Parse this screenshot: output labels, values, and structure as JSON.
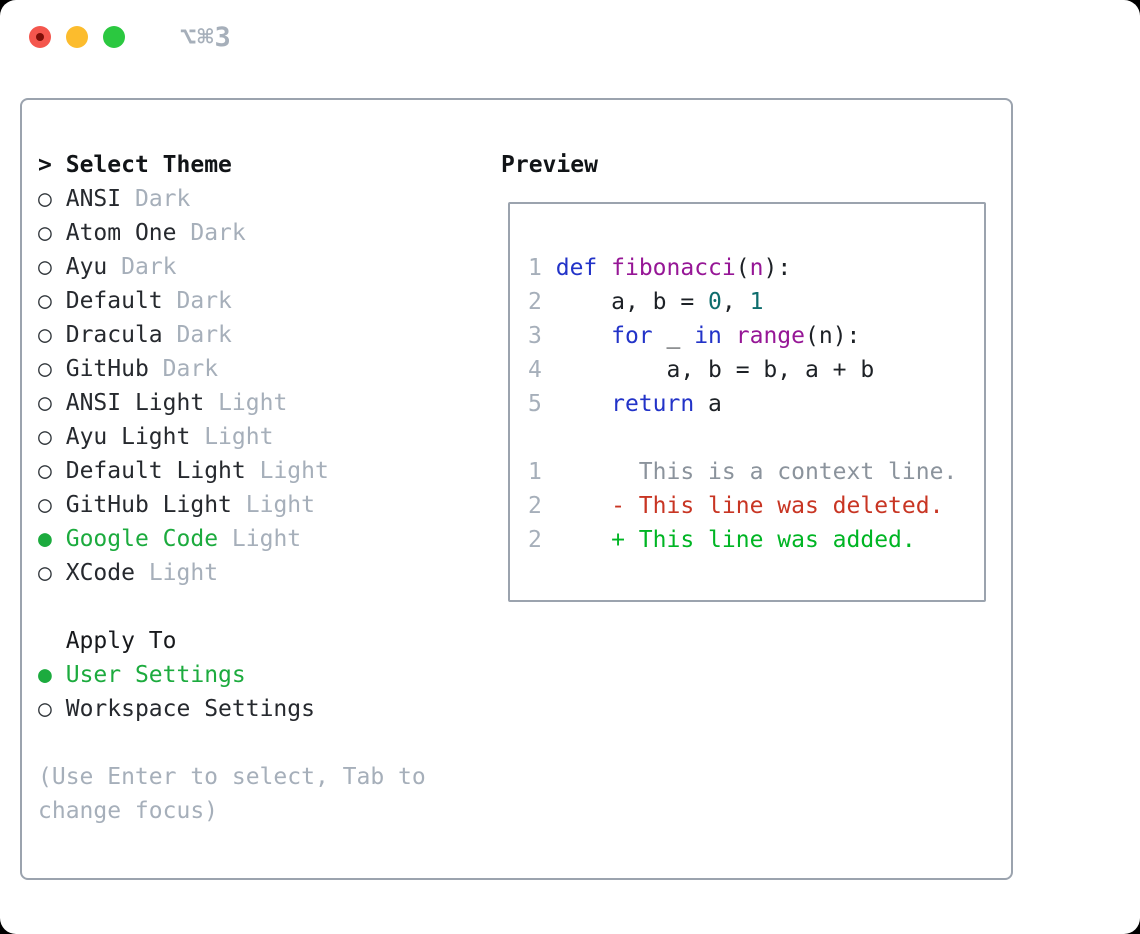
{
  "window": {
    "shortcut_label": "⌥⌘3"
  },
  "theme_panel": {
    "prompt": ">",
    "title": "Select Theme",
    "themes": [
      {
        "name": "ANSI",
        "variant": "Dark",
        "selected": false
      },
      {
        "name": "Atom One",
        "variant": "Dark",
        "selected": false
      },
      {
        "name": "Ayu",
        "variant": "Dark",
        "selected": false
      },
      {
        "name": "Default",
        "variant": "Dark",
        "selected": false
      },
      {
        "name": "Dracula",
        "variant": "Dark",
        "selected": false
      },
      {
        "name": "GitHub",
        "variant": "Dark",
        "selected": false
      },
      {
        "name": "ANSI Light",
        "variant": "Light",
        "selected": false
      },
      {
        "name": "Ayu Light",
        "variant": "Light",
        "selected": false
      },
      {
        "name": "Default Light",
        "variant": "Light",
        "selected": false
      },
      {
        "name": "GitHub Light",
        "variant": "Light",
        "selected": false
      },
      {
        "name": "Google Code",
        "variant": "Light",
        "selected": true
      },
      {
        "name": "XCode",
        "variant": "Light",
        "selected": false
      }
    ]
  },
  "apply_panel": {
    "title": "Apply To",
    "options": [
      {
        "name": "User Settings",
        "selected": true
      },
      {
        "name": "Workspace Settings",
        "selected": false
      }
    ]
  },
  "help_text": {
    "line1": "(Use Enter to select, Tab to",
    "line2": "change focus)"
  },
  "preview": {
    "title": "Preview",
    "code_lines": [
      {
        "number": "1",
        "tokens": [
          [
            "pl",
            " "
          ],
          [
            "kw",
            "def"
          ],
          [
            "pl",
            " "
          ],
          [
            "fn",
            "fibonacci"
          ],
          [
            "pl",
            "("
          ],
          [
            "fn",
            "n"
          ],
          [
            "pl",
            "):"
          ]
        ]
      },
      {
        "number": "2",
        "tokens": [
          [
            "pl",
            "     a, b = "
          ],
          [
            "num",
            "0"
          ],
          [
            "pl",
            ", "
          ],
          [
            "num",
            "1"
          ]
        ]
      },
      {
        "number": "3",
        "tokens": [
          [
            "pl",
            "     "
          ],
          [
            "kw",
            "for"
          ],
          [
            "pl",
            " _ "
          ],
          [
            "kw",
            "in"
          ],
          [
            "pl",
            " "
          ],
          [
            "fn",
            "range"
          ],
          [
            "pl",
            "(n):"
          ]
        ]
      },
      {
        "number": "4",
        "tokens": [
          [
            "pl",
            "         a, b = b, a + b"
          ]
        ]
      },
      {
        "number": "5",
        "tokens": [
          [
            "pl",
            "     "
          ],
          [
            "kw",
            "return"
          ],
          [
            "pl",
            " a"
          ]
        ]
      },
      {
        "number": "",
        "tokens": []
      }
    ],
    "diff_lines": [
      {
        "number": "1",
        "tokens": [
          [
            "ctx",
            "       This is a context line."
          ]
        ]
      },
      {
        "number": "2",
        "tokens": [
          [
            "del",
            "     - This line was deleted."
          ]
        ]
      },
      {
        "number": "2",
        "tokens": [
          [
            "add",
            "     + This line was added."
          ]
        ]
      }
    ]
  },
  "radio_glyphs": {
    "unselected": "○",
    "selected": "●"
  },
  "colors": {
    "text": "#26292e",
    "muted": "#a6afba",
    "border": "#9ba3ae",
    "accent-green": "#1cab3e",
    "traffic-red": "#f4564d",
    "traffic-red-dot": "#7e0f08",
    "traffic-yellow": "#fcbc2d",
    "traffic-green": "#2bc840",
    "code-keyword": "#2233c8",
    "code-title": "#961696",
    "code-literal": "#0e6d6d",
    "diff-context": "#8b939c",
    "diff-deleted": "#c83523",
    "diff-added": "#00b524"
  }
}
